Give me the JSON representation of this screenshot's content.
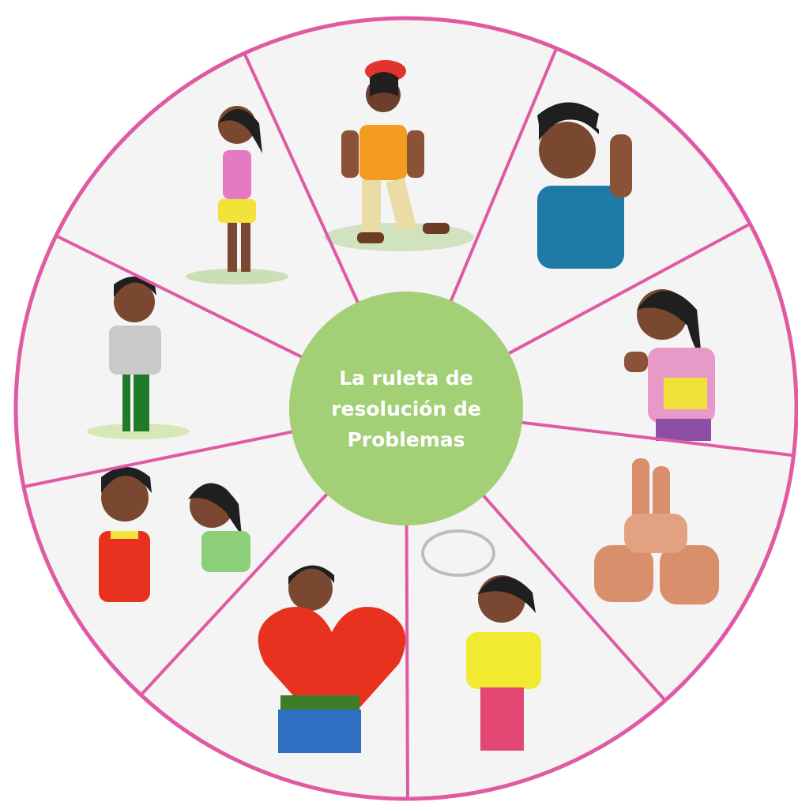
{
  "diagram": {
    "center_title_lines": [
      "La ruleta de",
      "resolución de",
      "Problemas"
    ],
    "colors": {
      "ring": "#e05aa3",
      "divider": "#e05aa3",
      "hub": "#a3cf76",
      "hub_text": "#ffffff",
      "segment_bg": "#f4f4f4"
    },
    "segments": [
      {
        "illustration": "child-walking-orange-shirt-red-cap"
      },
      {
        "illustration": "boy-thinking-hand-raised-blue-shirt"
      },
      {
        "illustration": "girl-counting-on-fingers-pink-shirt"
      },
      {
        "illustration": "hands-showing-fingers"
      },
      {
        "illustration": "girl-with-thought-bubble-yellow-shirt"
      },
      {
        "illustration": "boy-hugging-red-heart"
      },
      {
        "illustration": "two-children-talking"
      },
      {
        "illustration": "boy-standing-grey-shirt-green-pants"
      },
      {
        "illustration": "girl-standing-pink-top-yellow-shorts"
      }
    ]
  }
}
